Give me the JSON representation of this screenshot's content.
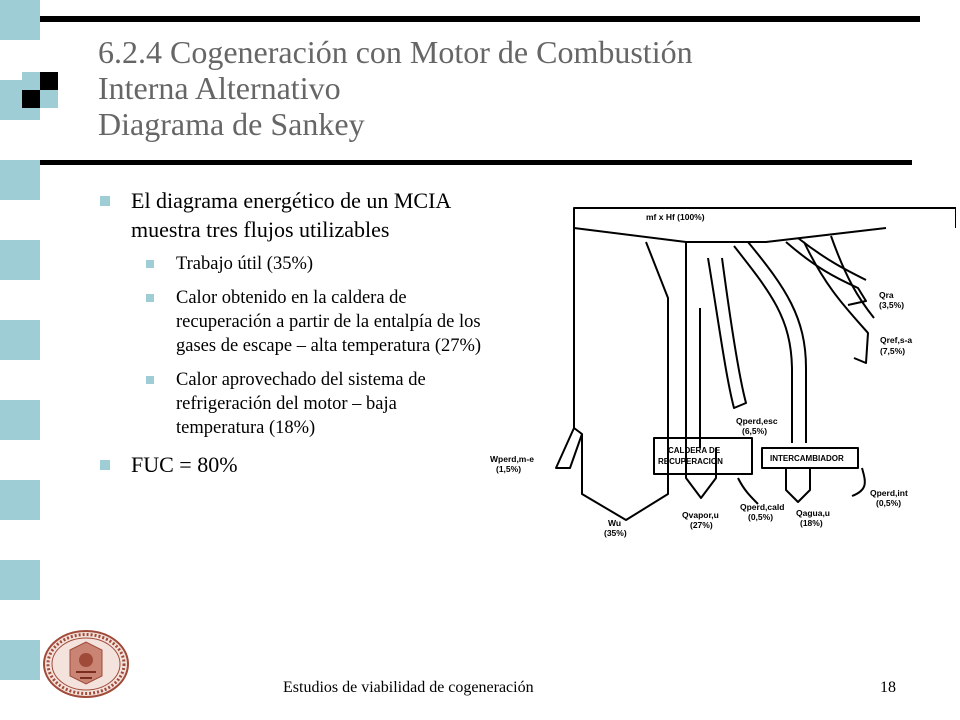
{
  "slide": {
    "title_lines": [
      "6.2.4 Cogeneración con Motor de Combustión",
      "Interna Alternativo",
      "Diagrama de Sankey"
    ],
    "bullets": [
      {
        "text": "El diagrama energético de un MCIA muestra tres flujos utilizables",
        "sub": [
          "Trabajo útil (35%)",
          "Calor obtenido en la caldera de recuperación a partir de la entalpía de los gases de escape – alta temperatura (27%)",
          "Calor aprovechado del sistema de refrigeración del motor  – baja temperatura (18%)"
        ]
      },
      {
        "text": "FUC = 80%"
      }
    ],
    "footer_text": "Estudios de viabilidad de cogeneración",
    "page_number": "18"
  },
  "diagram": {
    "top_label": "mf x Hf (100%)",
    "box_caldera": [
      "CALDERA DE",
      "RECUPERACION"
    ],
    "box_intercambiador": "INTERCAMBIADOR",
    "flows": {
      "qra": [
        "Qra",
        "(3,5%)"
      ],
      "qref": [
        "Qref,s-a",
        "(7,5%)"
      ],
      "qperd_esc": [
        "Qperd,esc",
        "(6,5%)"
      ],
      "wperd": [
        "Wperd,m-e",
        "(1,5%)"
      ],
      "wu": [
        "Wu",
        "(35%)"
      ],
      "qvapor": [
        "Qvapor,u",
        "(27%)"
      ],
      "qperd_cald": [
        "Qperd,cald",
        "(0,5%)"
      ],
      "qagua": [
        "Qagua,u",
        "(18%)"
      ],
      "qperd_int": [
        "Qperd,int",
        "(0,5%)"
      ]
    }
  },
  "colors": {
    "strip_light": "#9fcdd5",
    "strip_white": "#ffffff",
    "title_gray": "#666666",
    "bullet_marker": "#9fcdd5",
    "seal": "#a04a3a"
  }
}
